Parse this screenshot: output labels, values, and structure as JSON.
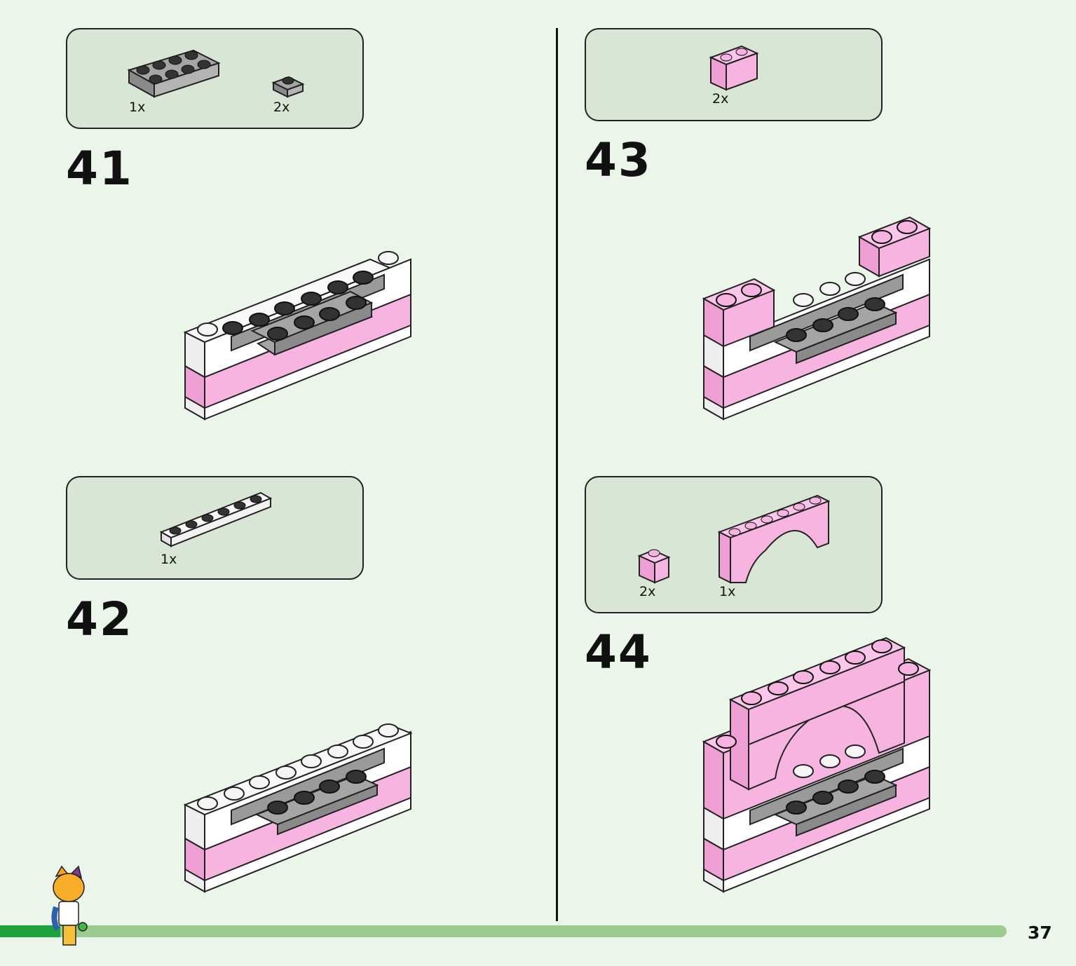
{
  "steps": [
    {
      "number": "41",
      "parts": [
        {
          "qty": "1x",
          "name": "grey plate 2x4"
        },
        {
          "qty": "2x",
          "name": "grey plate 1x1"
        }
      ]
    },
    {
      "number": "42",
      "parts": [
        {
          "qty": "1x",
          "name": "white plate 1x6"
        }
      ]
    },
    {
      "number": "43",
      "parts": [
        {
          "qty": "2x",
          "name": "pink brick 1x2"
        }
      ]
    },
    {
      "number": "44",
      "parts": [
        {
          "qty": "2x",
          "name": "pink brick 1x1"
        },
        {
          "qty": "1x",
          "name": "pink arch brick"
        }
      ]
    }
  ],
  "page": {
    "number": "37",
    "progress": 0.06
  },
  "colors": {
    "background": "#ebf5ea",
    "box": "#d9e6d6",
    "pink": "#f7b4e0",
    "grey": "#9a9a9a",
    "white": "#ffffff",
    "progress_track": "#9ccc90",
    "progress_fill": "#1fa23b"
  }
}
